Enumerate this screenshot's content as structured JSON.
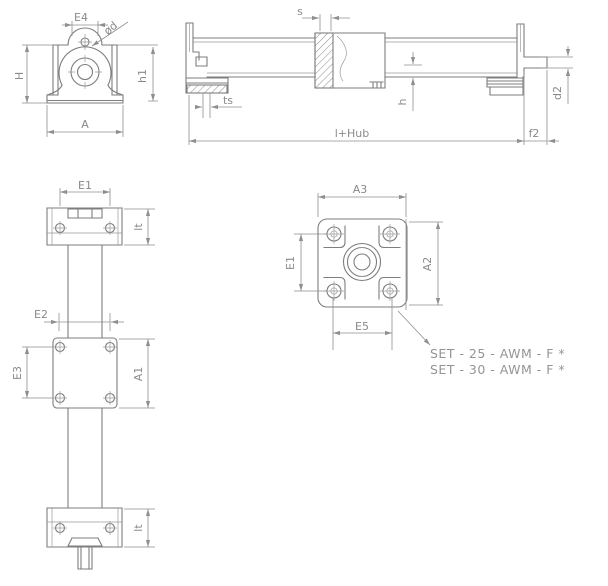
{
  "drawing": {
    "colors": {
      "line": "#7e7e7e",
      "dim_line": "#8f8f8f",
      "text": "#8a8a8a"
    },
    "front_view": {
      "e4": "E4",
      "diameter_d": "ød",
      "h_total": "H",
      "h1": "h1",
      "a": "A"
    },
    "side_view": {
      "s": "s",
      "ts": "ts",
      "h": "h",
      "d2": "d2",
      "l_plus_hub": "l+Hub",
      "f2": "f2"
    },
    "plan_view": {
      "e1": "E1",
      "lt_top": "lt",
      "e2": "E2",
      "e3": "E3",
      "a1": "A1",
      "lt_bottom": "lt"
    },
    "end_view": {
      "a3": "A3",
      "e1": "E1",
      "a2": "A2",
      "e5": "E5"
    },
    "notes": [
      "SET - 25 - AWM - F *",
      "SET - 30 - AWM - F *"
    ]
  }
}
